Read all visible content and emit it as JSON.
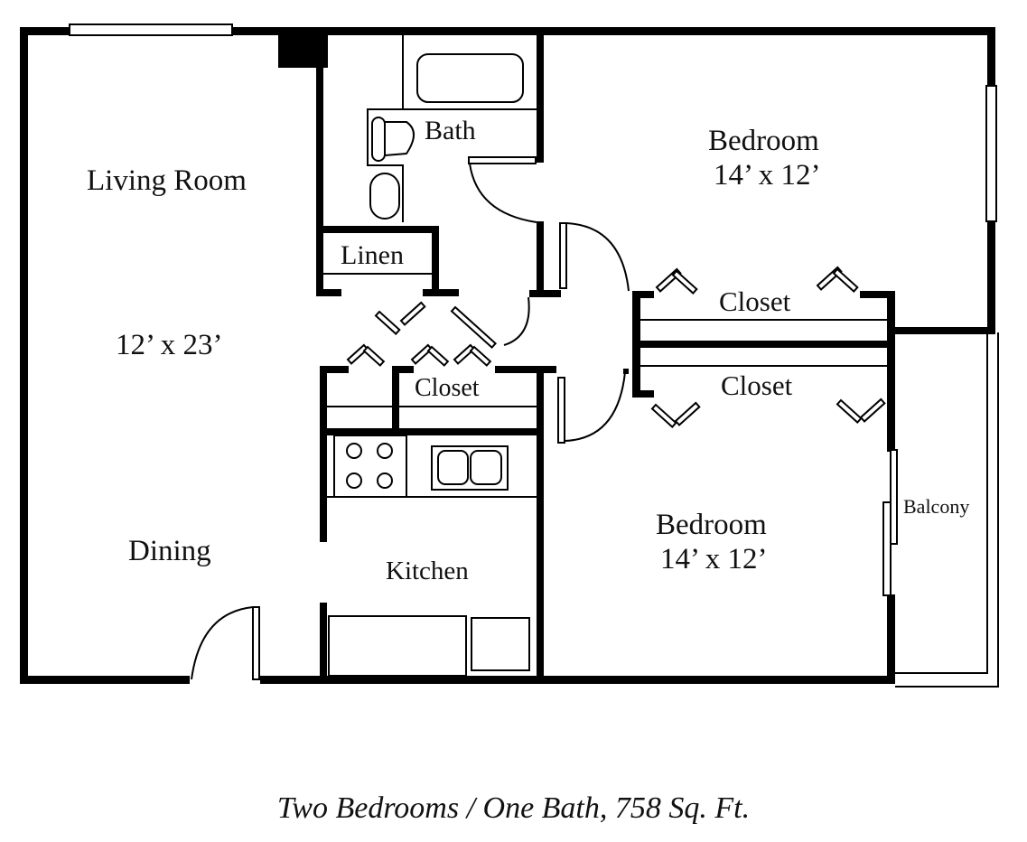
{
  "plan": {
    "title": "Two Bedrooms / One Bath, 758 Sq. Ft.",
    "rooms": {
      "living_room": {
        "name": "Living Room",
        "size": "12’ x 23’"
      },
      "dining": {
        "name": "Dining"
      },
      "bath": {
        "name": "Bath"
      },
      "linen": {
        "name": "Linen"
      },
      "bedroom_1": {
        "name": "Bedroom",
        "size": "14’ x 12’"
      },
      "bedroom_2": {
        "name": "Bedroom",
        "size": "14’ x 12’"
      },
      "closet_hall": {
        "name": "Closet"
      },
      "closet_bedroom_1": {
        "name": "Closet"
      },
      "closet_bedroom_2": {
        "name": "Closet"
      },
      "kitchen": {
        "name": "Kitchen"
      },
      "balcony": {
        "name": "Balcony"
      }
    },
    "colors": {
      "wall": "#000000",
      "background": "#ffffff",
      "text": "#111111"
    }
  }
}
